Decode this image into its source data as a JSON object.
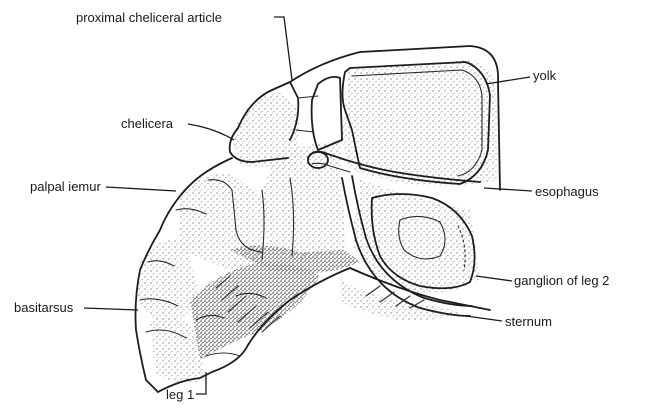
{
  "labels": {
    "proximal_cheliceral_article": "proximal cheliceral article",
    "chelicera": "chelicera",
    "palpal_femur": "palpal iemur",
    "basitarsus": "basitarsus",
    "leg_1": "leg 1",
    "yolk": "yolk",
    "esophagus": "esophagus",
    "ganglion_of_leg_2": "ganglion of leg 2",
    "sternum": "sternum"
  },
  "colors": {
    "ink": "#1a1a1a",
    "background": "#ffffff"
  }
}
